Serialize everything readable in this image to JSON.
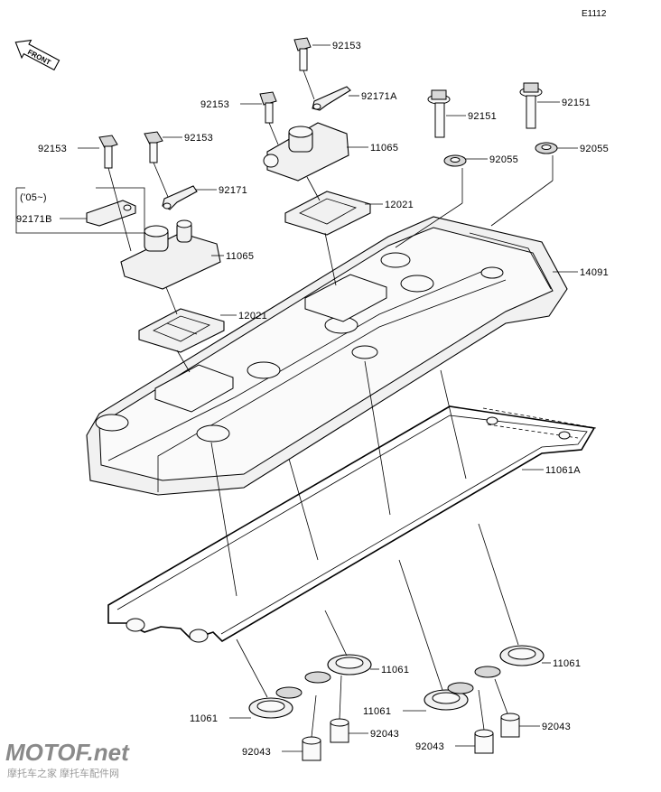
{
  "figure_code": "E1112",
  "front_label": "FRONT",
  "note": {
    "year_text": "('05~)",
    "part": "92171B"
  },
  "labels": {
    "bolt_92153_a": "92153",
    "bolt_92153_b": "92153",
    "bolt_92153_c": "92153",
    "bolt_92153_d": "92153",
    "bracket_92171a": "92171A",
    "bracket_92171": "92171",
    "bolt_92151_a": "92151",
    "bolt_92151_b": "92151",
    "washer_92055_a": "92055",
    "washer_92055_b": "92055",
    "reed_11065_a": "11065",
    "reed_11065_b": "11065",
    "plate_12021_a": "12021",
    "plate_12021_b": "12021",
    "cover_14091": "14091",
    "gasket_11061a": "11061A",
    "gasket_11061_a": "11061",
    "gasket_11061_b": "11061",
    "gasket_11061_c": "11061",
    "gasket_11061_d": "11061",
    "ring_92043_a": "92043",
    "ring_92043_b": "92043",
    "ring_92043_c": "92043",
    "ring_92043_d": "92043"
  },
  "watermark": {
    "brand": "MOTOF.net",
    "tagline": "摩托车之家 摩托车配件网"
  }
}
